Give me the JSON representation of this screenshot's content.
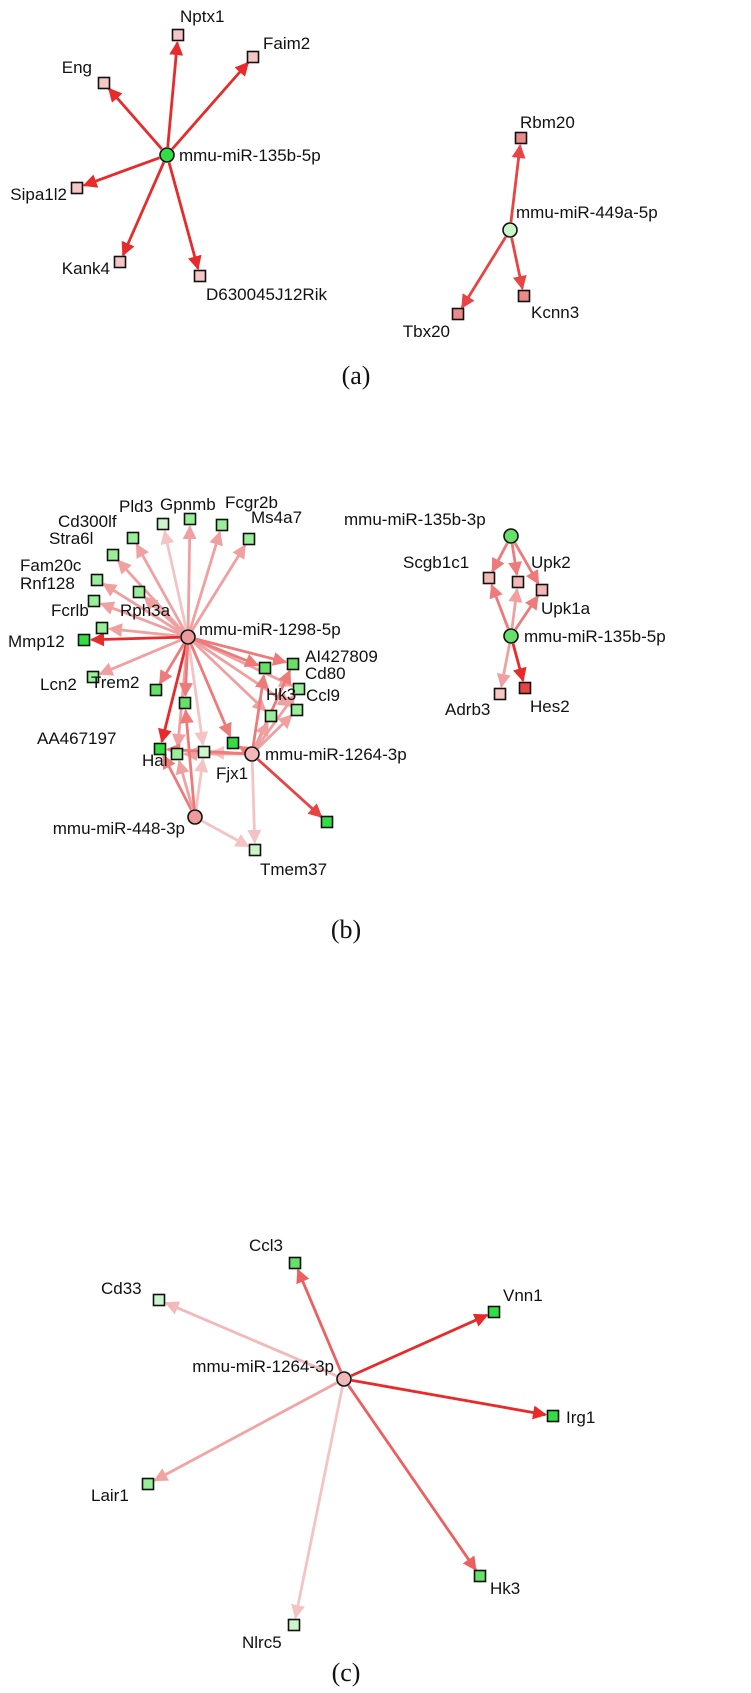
{
  "panels": [
    {
      "caption": "(a)",
      "nodes": [
        {
          "id": "a_m135b5p",
          "label": "mmu-miR-135b-5p",
          "shape": "circle",
          "fill": "#33dd44"
        },
        {
          "id": "a_Nptx1",
          "label": "Nptx1",
          "shape": "square",
          "fill": "#f6c6c6"
        },
        {
          "id": "a_Faim2",
          "label": "Faim2",
          "shape": "square",
          "fill": "#f6c6c6"
        },
        {
          "id": "a_Eng",
          "label": "Eng",
          "shape": "square",
          "fill": "#f6c6c6"
        },
        {
          "id": "a_Sipa1l2",
          "label": "Sipa1l2",
          "shape": "square",
          "fill": "#f6c6c6"
        },
        {
          "id": "a_Kank4",
          "label": "Kank4",
          "shape": "square",
          "fill": "#f6c6c6"
        },
        {
          "id": "a_D630",
          "label": "D630045J12Rik",
          "shape": "square",
          "fill": "#f6c6c6"
        },
        {
          "id": "a_m449a5p",
          "label": "mmu-miR-449a-5p",
          "shape": "circle",
          "fill": "#ccf5cc"
        },
        {
          "id": "a_Rbm20",
          "label": "Rbm20",
          "shape": "square",
          "fill": "#ec8a8a"
        },
        {
          "id": "a_Tbx20",
          "label": "Tbx20",
          "shape": "square",
          "fill": "#ec8a8a"
        },
        {
          "id": "a_Kcnn3",
          "label": "Kcnn3",
          "shape": "square",
          "fill": "#ec8a8a"
        }
      ],
      "edges": [
        {
          "from": "a_m135b5p",
          "to": "a_Nptx1",
          "color": "#e82a2a"
        },
        {
          "from": "a_m135b5p",
          "to": "a_Faim2",
          "color": "#e82a2a"
        },
        {
          "from": "a_m135b5p",
          "to": "a_Eng",
          "color": "#e82a2a"
        },
        {
          "from": "a_m135b5p",
          "to": "a_Sipa1l2",
          "color": "#e82a2a"
        },
        {
          "from": "a_m135b5p",
          "to": "a_Kank4",
          "color": "#e82a2a"
        },
        {
          "from": "a_m135b5p",
          "to": "a_D630",
          "color": "#e82a2a"
        },
        {
          "from": "a_m449a5p",
          "to": "a_Rbm20",
          "color": "#e84444"
        },
        {
          "from": "a_m449a5p",
          "to": "a_Tbx20",
          "color": "#e84444"
        },
        {
          "from": "a_m449a5p",
          "to": "a_Kcnn3",
          "color": "#e84444"
        }
      ]
    },
    {
      "caption": "(b)",
      "nodes": [
        {
          "id": "b_m1298",
          "label": "mmu-miR-1298-5p",
          "shape": "circle",
          "fill": "#ec9a9a"
        },
        {
          "id": "b_m1264",
          "label": "mmu-miR-1264-3p",
          "shape": "circle",
          "fill": "#f2b8b8"
        },
        {
          "id": "b_m448",
          "label": "mmu-miR-448-3p",
          "shape": "circle",
          "fill": "#ec9a9a"
        },
        {
          "id": "b_Pld3",
          "label": "Pld3",
          "shape": "square",
          "fill": "#ccf5cc"
        },
        {
          "id": "b_Gpnmb",
          "label": "Gpnmb",
          "shape": "square",
          "fill": "#99ee99"
        },
        {
          "id": "b_Fcgr2b",
          "label": "Fcgr2b",
          "shape": "square",
          "fill": "#99ee99"
        },
        {
          "id": "b_Ms4a7",
          "label": "Ms4a7",
          "shape": "square",
          "fill": "#99ee99"
        },
        {
          "id": "b_Cd300lf",
          "label": "Cd300lf",
          "shape": "square",
          "fill": "#99ee99"
        },
        {
          "id": "b_Stra6l",
          "label": "Stra6l",
          "shape": "square",
          "fill": "#99ee99"
        },
        {
          "id": "b_Fam20c",
          "label": "Fam20c",
          "shape": "square",
          "fill": "#99ee99"
        },
        {
          "id": "b_Rnf128",
          "label": "Rnf128",
          "shape": "square",
          "fill": "#99ee99"
        },
        {
          "id": "b_Fcrlb",
          "label": "Fcrlb",
          "shape": "square",
          "fill": "#99ee99"
        },
        {
          "id": "b_Mmp12",
          "label": "Mmp12",
          "shape": "square",
          "fill": "#33dd44"
        },
        {
          "id": "b_Lcn2",
          "label": "Lcn2",
          "shape": "square",
          "fill": "#99ee99"
        },
        {
          "id": "b_Rph3a",
          "label": "Rph3a",
          "shape": "square",
          "fill": "#99ee99"
        },
        {
          "id": "b_Trem2",
          "label": "Trem2",
          "shape": "square",
          "fill": "#66e066"
        },
        {
          "id": "b_AA467197",
          "label": "AA467197",
          "shape": "square",
          "fill": "#33dd44"
        },
        {
          "id": "b_Hal",
          "label": "Hal",
          "shape": "square",
          "fill": "#99ee99"
        },
        {
          "id": "b_Fjx1",
          "label": "Fjx1",
          "shape": "square",
          "fill": "#ccf5cc"
        },
        {
          "id": "b_Tmem37",
          "label": "Tmem37",
          "shape": "square",
          "fill": "#ccf5cc"
        },
        {
          "id": "b_AI427809",
          "label": "AI427809",
          "shape": "square",
          "fill": "#66e066"
        },
        {
          "id": "b_Cd80",
          "label": "Cd80",
          "shape": "square",
          "fill": "#99ee99"
        },
        {
          "id": "b_Ccl9",
          "label": "Ccl9",
          "shape": "square",
          "fill": "#99ee99"
        },
        {
          "id": "b_Hk3",
          "label": "Hk3",
          "shape": "square",
          "fill": "#99ee99"
        },
        {
          "id": "b_unl1",
          "label": "",
          "shape": "square",
          "fill": "#66e066"
        },
        {
          "id": "b_unl2",
          "label": "",
          "shape": "square",
          "fill": "#66e066"
        },
        {
          "id": "b_unl3",
          "label": "",
          "shape": "square",
          "fill": "#33dd44"
        },
        {
          "id": "b_unl4",
          "label": "",
          "shape": "square",
          "fill": "#33dd44"
        },
        {
          "id": "b_m135b3p",
          "label": "mmu-miR-135b-3p",
          "shape": "circle",
          "fill": "#66e066"
        },
        {
          "id": "b_m135b5p",
          "label": "mmu-miR-135b-5p",
          "shape": "circle",
          "fill": "#66e066"
        },
        {
          "id": "b_Scgb1c1",
          "label": "Scgb1c1",
          "shape": "square",
          "fill": "#f2b8b8"
        },
        {
          "id": "b_Upk2",
          "label": "Upk2",
          "shape": "square",
          "fill": "#f2b8b8"
        },
        {
          "id": "b_Upk1a",
          "label": "Upk1a",
          "shape": "square",
          "fill": "#f2b8b8"
        },
        {
          "id": "b_Adrb3",
          "label": "Adrb3",
          "shape": "square",
          "fill": "#f6c6c6"
        },
        {
          "id": "b_Hes2",
          "label": "Hes2",
          "shape": "square",
          "fill": "#e84444"
        }
      ],
      "edges": [
        {
          "from": "b_m1298",
          "to": "b_Pld3",
          "color": "#f4c4c4"
        },
        {
          "from": "b_m1298",
          "to": "b_Gpnmb",
          "color": "#f0a0a0"
        },
        {
          "from": "b_m1298",
          "to": "b_Fcgr2b",
          "color": "#f0a0a0"
        },
        {
          "from": "b_m1298",
          "to": "b_Ms4a7",
          "color": "#f0a0a0"
        },
        {
          "from": "b_m1298",
          "to": "b_Cd300lf",
          "color": "#f0a0a0"
        },
        {
          "from": "b_m1298",
          "to": "b_Stra6l",
          "color": "#f0a0a0"
        },
        {
          "from": "b_m1298",
          "to": "b_Fam20c",
          "color": "#f0a0a0"
        },
        {
          "from": "b_m1298",
          "to": "b_Rnf128",
          "color": "#f0a0a0"
        },
        {
          "from": "b_m1298",
          "to": "b_Fcrlb",
          "color": "#f0a0a0"
        },
        {
          "from": "b_m1298",
          "to": "b_Mmp12",
          "color": "#e82a2a"
        },
        {
          "from": "b_m1298",
          "to": "b_Lcn2",
          "color": "#f0a0a0"
        },
        {
          "from": "b_m1298",
          "to": "b_Rph3a",
          "color": "#f0a0a0"
        },
        {
          "from": "b_m1298",
          "to": "b_Trem2",
          "color": "#ee7a7a"
        },
        {
          "from": "b_m1298",
          "to": "b_AA467197",
          "color": "#e82a2a"
        },
        {
          "from": "b_m1298",
          "to": "b_Hal",
          "color": "#f0a0a0"
        },
        {
          "from": "b_m1298",
          "to": "b_Fjx1",
          "color": "#f4c4c4"
        },
        {
          "from": "b_m1298",
          "to": "b_AI427809",
          "color": "#ee7a7a"
        },
        {
          "from": "b_m1298",
          "to": "b_Cd80",
          "color": "#f0a0a0"
        },
        {
          "from": "b_m1298",
          "to": "b_Ccl9",
          "color": "#f0a0a0"
        },
        {
          "from": "b_m1298",
          "to": "b_Hk3",
          "color": "#f0a0a0"
        },
        {
          "from": "b_m1298",
          "to": "b_unl1",
          "color": "#ee7a7a"
        },
        {
          "from": "b_m1298",
          "to": "b_unl2",
          "color": "#ee7a7a"
        },
        {
          "from": "b_m1298",
          "to": "b_unl3",
          "color": "#ee7a7a"
        },
        {
          "from": "b_m1264",
          "to": "b_AI427809",
          "color": "#ee7a7a"
        },
        {
          "from": "b_m1264",
          "to": "b_Cd80",
          "color": "#f0a0a0"
        },
        {
          "from": "b_m1264",
          "to": "b_Ccl9",
          "color": "#f0a0a0"
        },
        {
          "from": "b_m1264",
          "to": "b_Hk3",
          "color": "#f0a0a0"
        },
        {
          "from": "b_m1264",
          "to": "b_unl1",
          "color": "#ee7a7a"
        },
        {
          "from": "b_m1264",
          "to": "b_unl3",
          "color": "#ee7a7a"
        },
        {
          "from": "b_m1264",
          "to": "b_Fjx1",
          "color": "#f4c4c4"
        },
        {
          "from": "b_m1264",
          "to": "b_Hal",
          "color": "#f0a0a0"
        },
        {
          "from": "b_m1264",
          "to": "b_AA467197",
          "color": "#ee7a7a"
        },
        {
          "from": "b_m1264",
          "to": "b_Tmem37",
          "color": "#f4c4c4"
        },
        {
          "from": "b_m1264",
          "to": "b_unl4",
          "color": "#e84444"
        },
        {
          "from": "b_m448",
          "to": "b_AA467197",
          "color": "#ee7a7a"
        },
        {
          "from": "b_m448",
          "to": "b_Hal",
          "color": "#f0a0a0"
        },
        {
          "from": "b_m448",
          "to": "b_Fjx1",
          "color": "#f4c4c4"
        },
        {
          "from": "b_m448",
          "to": "b_unl2",
          "color": "#ee7a7a"
        },
        {
          "from": "b_m448",
          "to": "b_Tmem37",
          "color": "#f4c4c4"
        },
        {
          "from": "b_m135b3p",
          "to": "b_Scgb1c1",
          "color": "#ee7a7a"
        },
        {
          "from": "b_m135b3p",
          "to": "b_Upk2",
          "color": "#ee7a7a"
        },
        {
          "from": "b_m135b3p",
          "to": "b_Upk1a",
          "color": "#ee7a7a"
        },
        {
          "from": "b_m135b5p",
          "to": "b_Scgb1c1",
          "color": "#ee7a7a"
        },
        {
          "from": "b_m135b5p",
          "to": "b_Upk2",
          "color": "#f0a0a0"
        },
        {
          "from": "b_m135b5p",
          "to": "b_Upk1a",
          "color": "#ee7a7a"
        },
        {
          "from": "b_m135b5p",
          "to": "b_Adrb3",
          "color": "#f0a0a0"
        },
        {
          "from": "b_m135b5p",
          "to": "b_Hes2",
          "color": "#e82a2a"
        }
      ]
    },
    {
      "caption": "(c)",
      "nodes": [
        {
          "id": "c_m1264",
          "label": "mmu-miR-1264-3p",
          "shape": "circle",
          "fill": "#f2b8b8"
        },
        {
          "id": "c_Ccl3",
          "label": "Ccl3",
          "shape": "square",
          "fill": "#66e066"
        },
        {
          "id": "c_Vnn1",
          "label": "Vnn1",
          "shape": "square",
          "fill": "#33dd44"
        },
        {
          "id": "c_Cd33",
          "label": "Cd33",
          "shape": "square",
          "fill": "#ccf5cc"
        },
        {
          "id": "c_Irg1",
          "label": "Irg1",
          "shape": "square",
          "fill": "#33dd44"
        },
        {
          "id": "c_Lair1",
          "label": "Lair1",
          "shape": "square",
          "fill": "#99ee99"
        },
        {
          "id": "c_Hk3",
          "label": "Hk3",
          "shape": "square",
          "fill": "#66e066"
        },
        {
          "id": "c_Nlrc5",
          "label": "Nlrc5",
          "shape": "square",
          "fill": "#ccf5cc"
        }
      ],
      "edges": [
        {
          "from": "c_m1264",
          "to": "c_Ccl3",
          "color": "#ec6060"
        },
        {
          "from": "c_m1264",
          "to": "c_Vnn1",
          "color": "#e82a2a"
        },
        {
          "from": "c_m1264",
          "to": "c_Cd33",
          "color": "#f4b8b8"
        },
        {
          "from": "c_m1264",
          "to": "c_Irg1",
          "color": "#e82a2a"
        },
        {
          "from": "c_m1264",
          "to": "c_Lair1",
          "color": "#f2a4a4"
        },
        {
          "from": "c_m1264",
          "to": "c_Hk3",
          "color": "#ec6060"
        },
        {
          "from": "c_m1264",
          "to": "c_Nlrc5",
          "color": "#f4c4c4"
        }
      ]
    }
  ]
}
